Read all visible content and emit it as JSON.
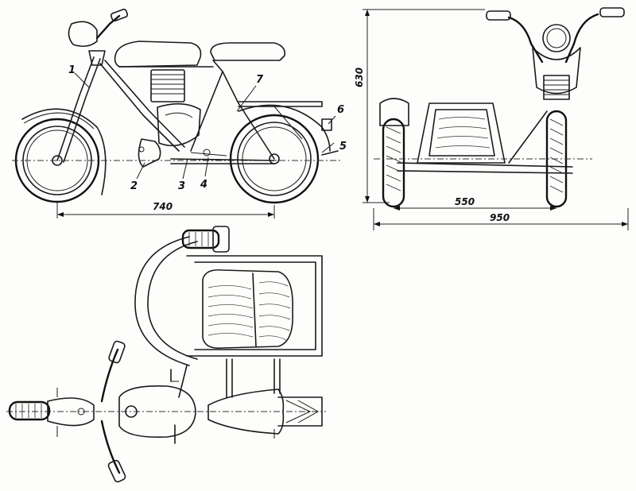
{
  "views": {
    "side": {
      "part_labels": [
        "1",
        "2",
        "3",
        "4",
        "5",
        "6",
        "7"
      ],
      "dim_length": "740"
    },
    "front": {
      "dim_height": "630",
      "dim_track": "550",
      "dim_width": "950"
    },
    "top": {}
  },
  "colors": {
    "ink": "#1a1a1a",
    "paper": "#fdfdfb"
  }
}
